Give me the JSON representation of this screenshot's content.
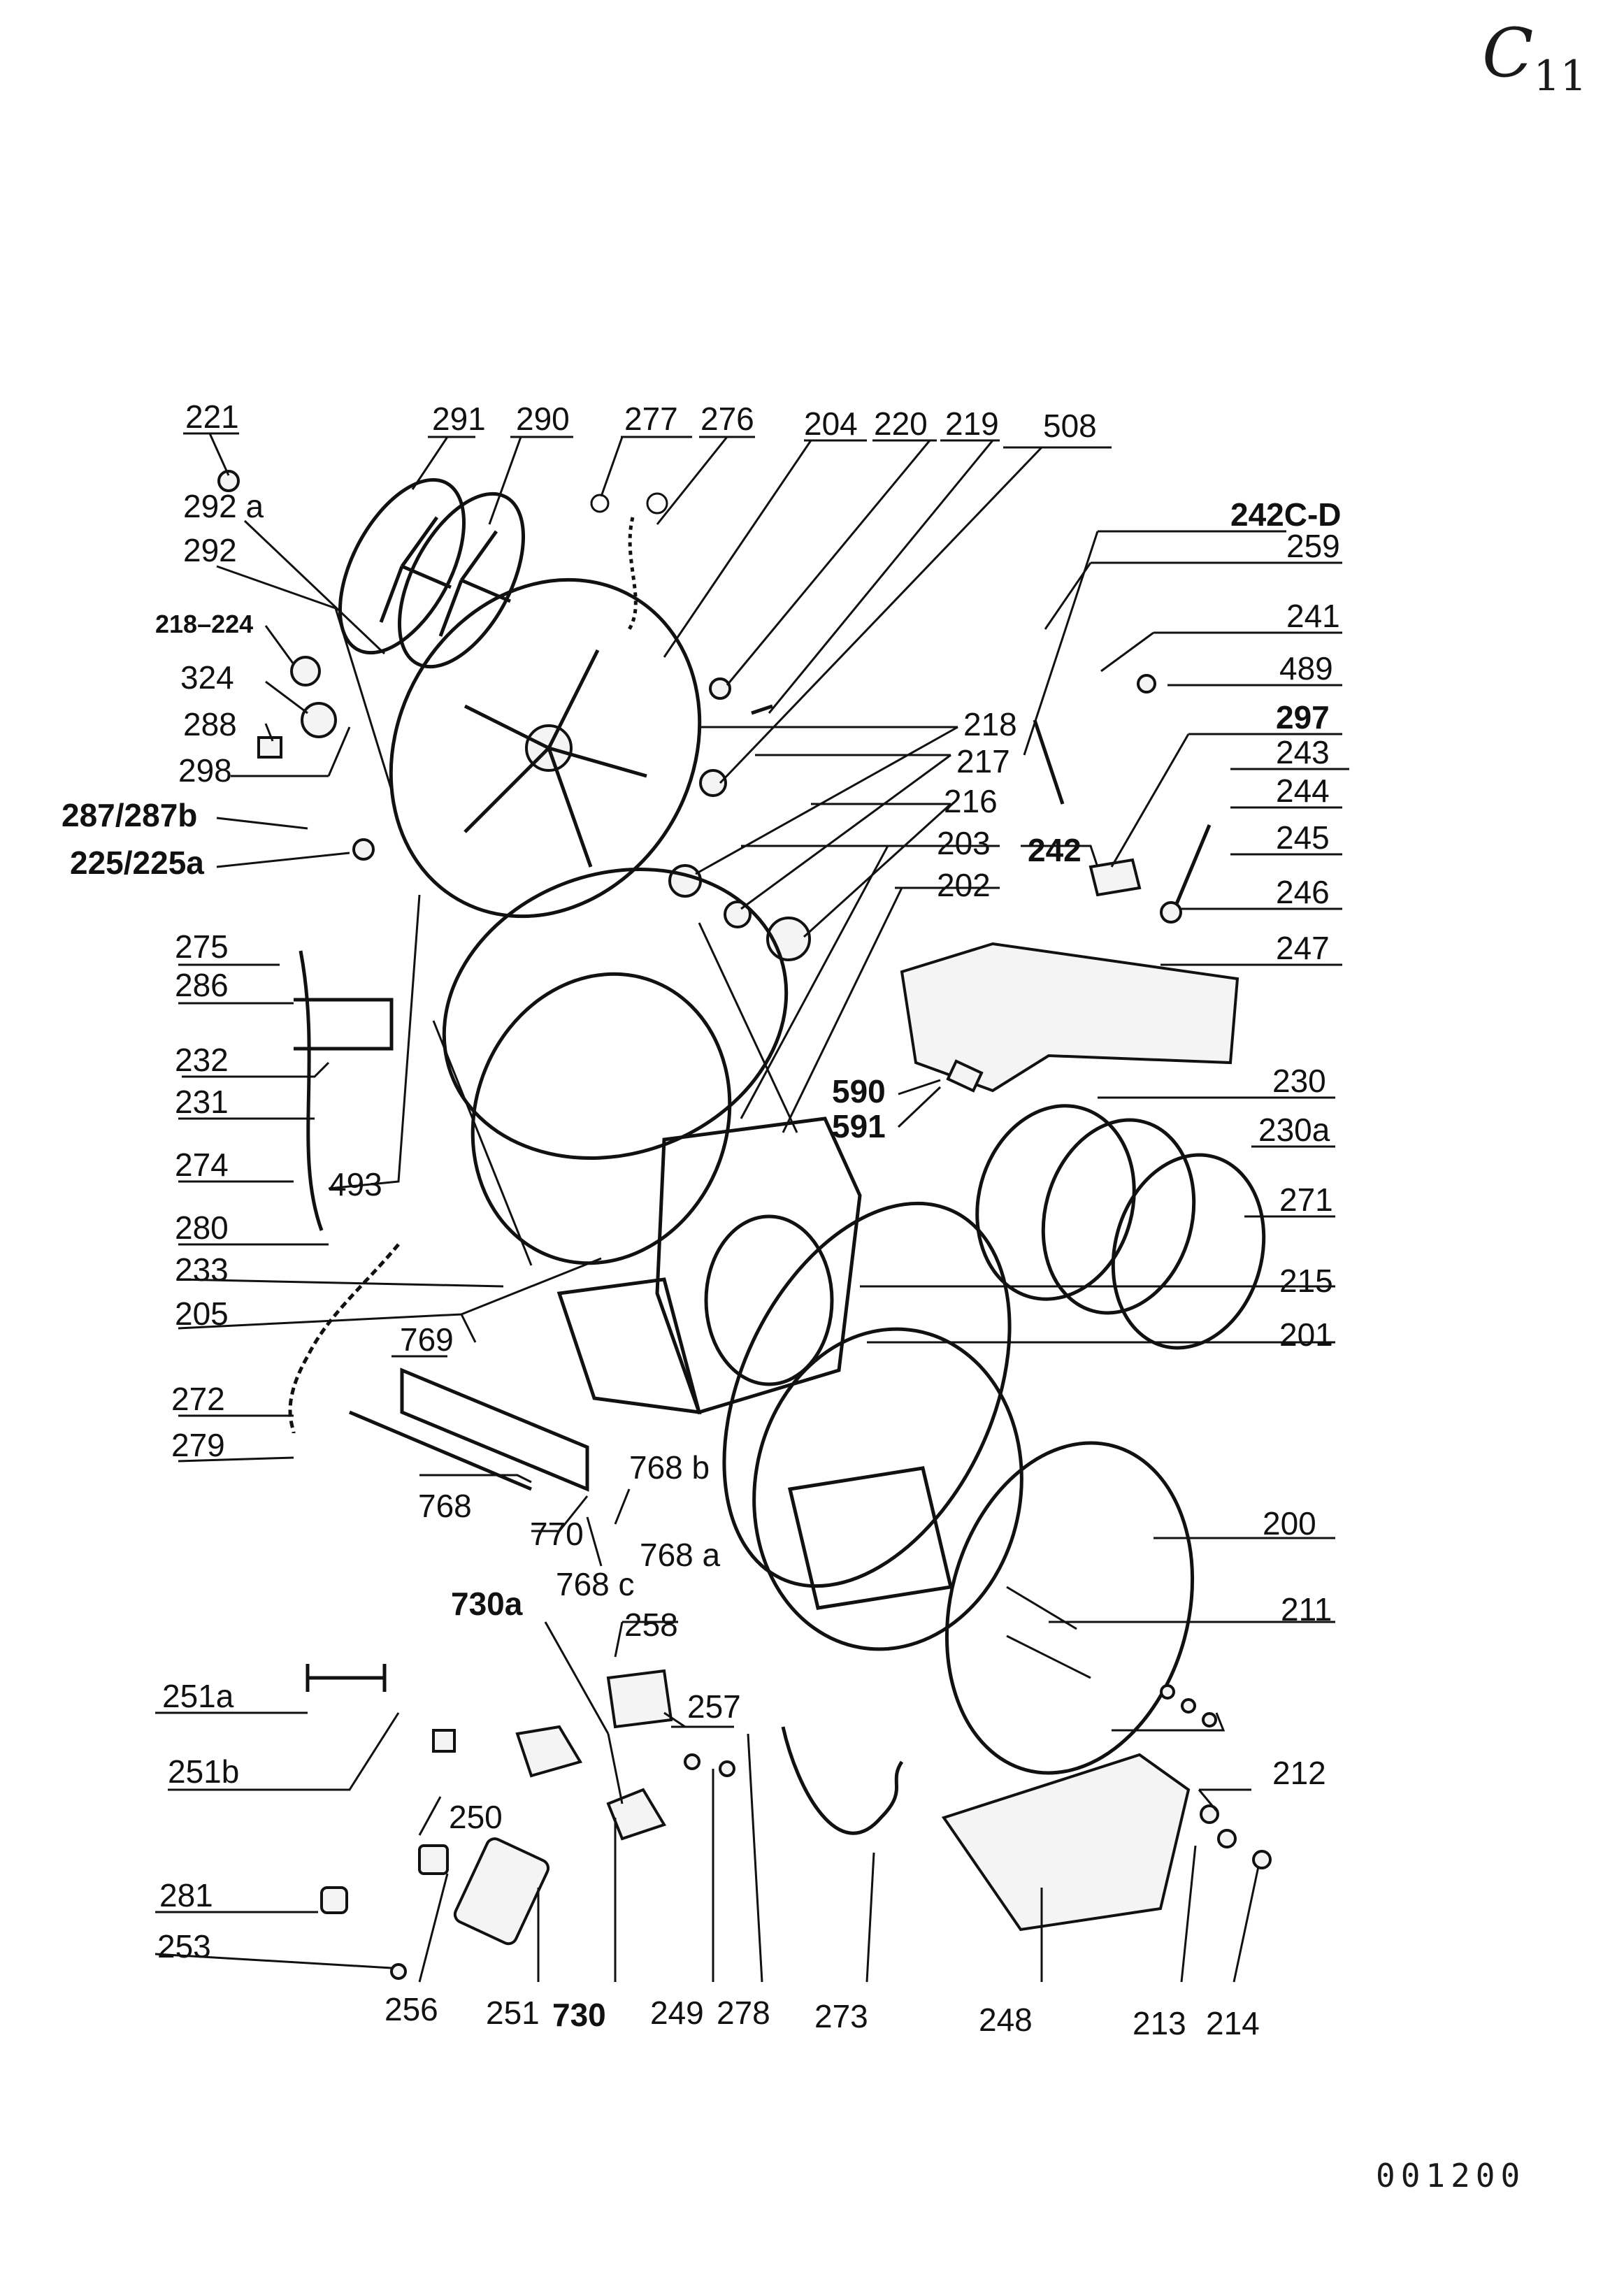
{
  "corner_mark": "C",
  "corner_sub": "11",
  "page_code": "001200",
  "labels": {
    "l221": "221",
    "l291": "291",
    "l290": "290",
    "l277": "277",
    "l276": "276",
    "l204": "204",
    "l220": "220",
    "l219": "219",
    "l508": "508",
    "l242cd": "242C-D",
    "l259": "259",
    "l241": "241",
    "l489": "489",
    "l297": "297",
    "l243": "243",
    "l244": "244",
    "l245": "245",
    "l246": "246",
    "l247": "247",
    "l292a": "292 a",
    "l292": "292",
    "l218_224": "218–224",
    "l324": "324",
    "l288": "288",
    "l298": "298",
    "l287": "287/287b",
    "l225": "225/225a",
    "l218": "218",
    "l217": "217",
    "l216": "216",
    "l203": "203",
    "l202": "202",
    "l242": "242",
    "l275": "275",
    "l286": "286",
    "l232": "232",
    "l231": "231",
    "l274": "274",
    "l493": "493",
    "l590": "590",
    "l591": "591",
    "l230": "230",
    "l230a": "230a",
    "l271": "271",
    "l280": "280",
    "l233": "233",
    "l205": "205",
    "l769": "769",
    "l215": "215",
    "l201": "201",
    "l272": "272",
    "l279": "279",
    "l768": "768",
    "l770": "770",
    "l768b": "768 b",
    "l768a": "768 a",
    "l768c": "768 c",
    "l200": "200",
    "l211": "211",
    "l730a": "730a",
    "l258": "258",
    "l251a": "251a",
    "l251b": "251b",
    "l257": "257",
    "l250": "250",
    "l212": "212",
    "l281": "281",
    "l253": "253",
    "l256": "256",
    "l251": "251",
    "l730": "730",
    "l249": "249",
    "l278": "278",
    "l273": "273",
    "l248": "248",
    "l213": "213",
    "l214": "214"
  }
}
